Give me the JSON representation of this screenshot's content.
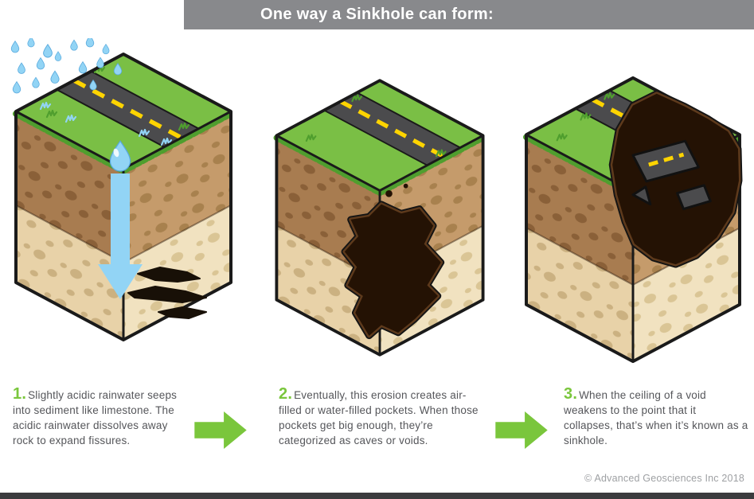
{
  "header": {
    "title": "One way a Sinkhole can form:"
  },
  "steps": [
    {
      "number": "1.",
      "text": "Slightly acidic rainwater seeps into sediment like limestone. The acidic rainwater dissolves away rock to expand fissures."
    },
    {
      "number": "2.",
      "text": "Eventually, this erosion creates air-filled or water-filled pockets. When those pockets get big enough, they’re categorized as caves or voids."
    },
    {
      "number": "3.",
      "text": "When the ceiling of a void weakens to the point that it collapses, that’s when it’s known as a sinkhole."
    }
  ],
  "footer": {
    "copyright": "© Advanced Geosciences Inc 2018"
  },
  "icons": {
    "raindrop-icon": "svg-teardrop",
    "water-drop-icon": "svg-teardrop-large",
    "water-seep-arrow-icon": "svg-down-arrow",
    "step-arrow-icon": "svg-right-arrow",
    "fissure-cracks-icon": "svg-jagged-polygons",
    "underground-void-icon": "svg-irregular-dark-polygon"
  },
  "colors": {
    "header_bar": "#88898C",
    "accent_green": "#7AC63C",
    "grass_green": "#7ABF45",
    "grass_dark": "#4F9E2E",
    "road_gray": "#4B4B4D",
    "road_yellow": "#FFD400",
    "water_blue": "#92D4F5",
    "soil_left_upper": "#A87C50",
    "soil_left_lower": "#E8D2A8",
    "soil_right_upper": "#C59B6B",
    "soil_right_lower": "#F1E2C0",
    "void_dark": "#241204",
    "void_rim": "#5E3A1C",
    "text_gray": "#55565A",
    "copyright_gray": "#9EA0A3",
    "bottom_bar": "#3B3B3E"
  }
}
